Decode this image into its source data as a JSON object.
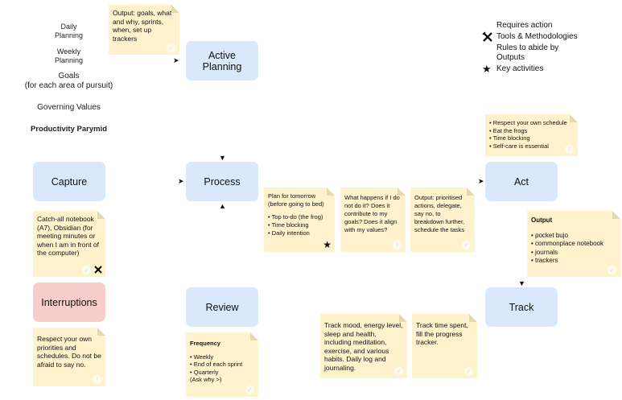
{
  "pyramid": {
    "daily": "Daily\nPlanning",
    "weekly": "Weekly\nPlanning",
    "goals": "Goals\n(for each area of pursuit)",
    "values": "Governing Values",
    "title": "Productivity Parymid"
  },
  "legend": {
    "requires_action": "Requires action",
    "tools": "Tools & Methodologies",
    "rules": "Rules to abide by\nOutputs",
    "key_activities": "Key activities"
  },
  "boxes": {
    "active_planning": "Active\nPlanning",
    "capture": "Capture",
    "process": "Process",
    "act": "Act",
    "interruptions": "Interruptions",
    "review": "Review",
    "track": "Track"
  },
  "notes": {
    "planning_output": "Output: goals, what and why, sprints, when, set up trackers",
    "act_rules": [
      "Respect your own schedule",
      "Eat the frogs",
      "Time blocking",
      "Self-care is essential"
    ],
    "capture_note": "Catch-all notebook (A7), Obsidian (for meeting minutes or when I am in front of the computer)",
    "plan_tomorrow": {
      "title": "Plan for tomorrow (before going to bed)",
      "items": [
        "Top to-do (the frog)",
        "Time blocking",
        "Daily intention"
      ]
    },
    "what_happens": "What happens if I do not do it? Does it contribute to my goals? Does it align with my values?",
    "process_output": "Output: prioritised actions, delegate, say no, to breakdown further, schedule the tasks",
    "act_output": {
      "title": "Output",
      "items": [
        "pocket bujo",
        "commonplace notebook",
        "journals",
        "trackers"
      ]
    },
    "interruptions_note": "Respect your own priorities and schedules. Do not be afraid to say no.",
    "frequency": {
      "title": "Frequency",
      "items": [
        "Weekly",
        "End of each sprint",
        "Quarterly"
      ],
      "extra": "(Ask why >)"
    },
    "track_mood": "Track mood, energy level, sleep and health, including meditation, exercise, and various habits. Daily log and journaling.",
    "track_time": "Track time spent, fill the progress tracker."
  }
}
